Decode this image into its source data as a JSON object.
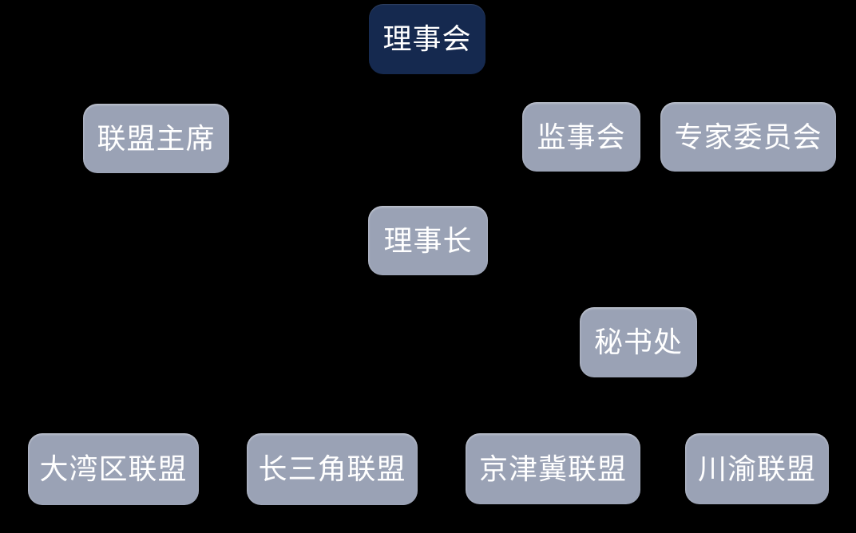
{
  "canvas": {
    "background": "#000000"
  },
  "colors": {
    "primary_node_bg": "#15294F",
    "secondary_node_bg": "#9AA2B5",
    "node_text": "#FFFFFF"
  },
  "org_chart": {
    "type": "org-tree",
    "nodes": [
      {
        "label": "理事会",
        "variant": "primary",
        "row": 1
      },
      {
        "label": "联盟主席",
        "variant": "secondary",
        "row": 2
      },
      {
        "label": "监事会",
        "variant": "secondary",
        "row": 2
      },
      {
        "label": "专家委员会",
        "variant": "secondary",
        "row": 2
      },
      {
        "label": "理事长",
        "variant": "secondary",
        "row": 3
      },
      {
        "label": "秘书处",
        "variant": "secondary",
        "row": 4
      },
      {
        "label": "大湾区联盟",
        "variant": "secondary",
        "row": 5
      },
      {
        "label": "长三角联盟",
        "variant": "secondary",
        "row": 5
      },
      {
        "label": "京津冀联盟",
        "variant": "secondary",
        "row": 5
      },
      {
        "label": "川渝联盟",
        "variant": "secondary",
        "row": 5
      }
    ]
  }
}
